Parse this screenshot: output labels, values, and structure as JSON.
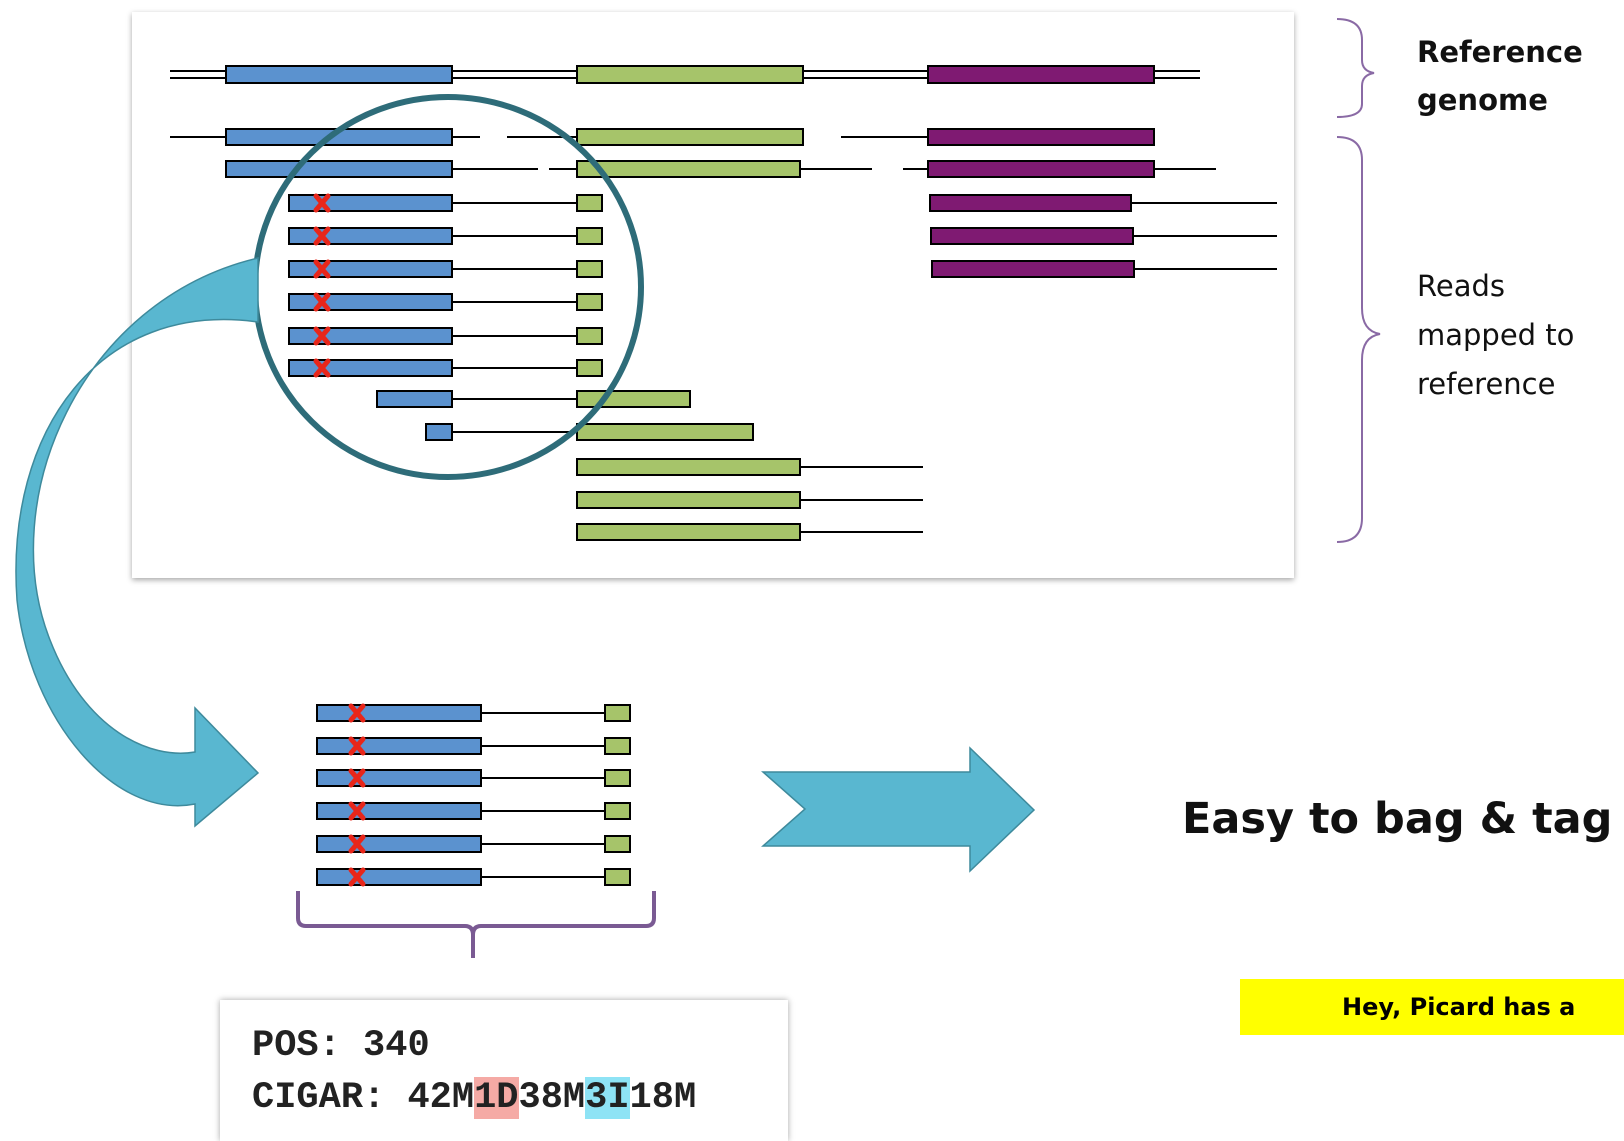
{
  "labels": {
    "reference_genome": "Reference genome",
    "reads_mapped": "Reads mapped to reference",
    "easy": "Easy to bag & tag",
    "picard": "Hey, Picard has a"
  },
  "cigar_box": {
    "pos_label": "POS:",
    "pos_value": "340",
    "cigar_label": "CIGAR:",
    "parts": [
      "42M",
      "1D",
      "38M",
      "3I",
      "18M"
    ]
  },
  "colors": {
    "blue": "#5b92cf",
    "green": "#a6c46a",
    "purple": "#7f1a72",
    "teal": "#2e6c79",
    "arrow": "#59b7d0",
    "bracket": "#8a6aa5",
    "mismatch": "#e8261a",
    "deletion_highlight": "#f5aaa5",
    "insertion_highlight": "#8ee3f5",
    "note_background": "#ffff00"
  }
}
